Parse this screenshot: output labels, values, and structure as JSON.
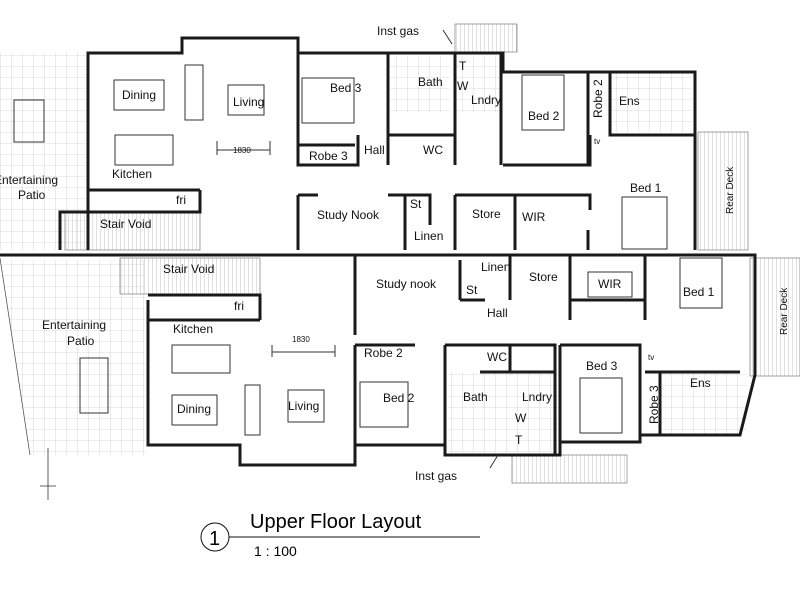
{
  "upper_unit": {
    "dining": "Dining",
    "living": "Living",
    "kitchen": "Kitchen",
    "patio_line1": "Entertaining",
    "patio_line2": "Patio",
    "stair_void": "Stair Void",
    "fridge": "fri",
    "dimension": "1830",
    "bed3": "Bed 3",
    "robe3": "Robe 3",
    "hall": "Hall",
    "wc": "WC",
    "bath": "Bath",
    "laundry": "Lndry",
    "washer": "W",
    "tub": "T",
    "bed2": "Bed 2",
    "robe2": "Robe 2",
    "ensuite": "Ens",
    "tv": "tv",
    "bed1": "Bed 1",
    "rear_deck": "Rear Deck",
    "study": "Study Nook",
    "st": "St",
    "linen": "Linen",
    "store": "Store",
    "wir": "WIR",
    "inst_gas": "Inst gas"
  },
  "lower_unit": {
    "dining": "Dining",
    "living": "Living",
    "kitchen": "Kitchen",
    "patio_line1": "Entertaining",
    "patio_line2": "Patio",
    "stair_void": "Stair Void",
    "fridge": "fri",
    "dimension": "1830",
    "bed2": "Bed 2",
    "robe2": "Robe 2",
    "hall": "Hall",
    "wc": "WC",
    "bath": "Bath",
    "laundry": "Lndry",
    "washer": "W",
    "tub": "T",
    "bed3": "Bed 3",
    "robe3": "Robe 3",
    "ensuite": "Ens",
    "tv": "tv",
    "bed1": "Bed 1",
    "rear_deck": "Rear Deck",
    "study": "Study nook",
    "st": "St",
    "linen": "Linen",
    "store": "Store",
    "wir": "WIR",
    "inst_gas": "Inst gas"
  },
  "title_block": {
    "number": "1",
    "title": "Upper Floor Layout",
    "scale": "1 : 100"
  },
  "centerline_symbol": "CL"
}
